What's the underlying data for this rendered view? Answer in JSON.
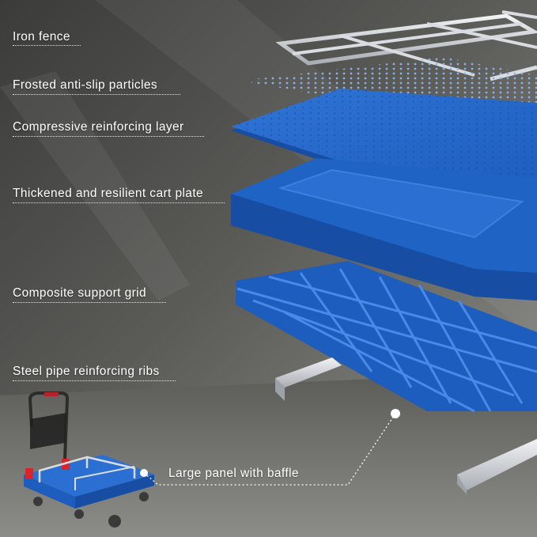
{
  "labels": {
    "iron_fence": "Iron fence",
    "anti_slip": "Frosted anti-slip particles",
    "reinforcing_layer": "Compressive reinforcing layer",
    "cart_plate": "Thickened and resilient cart plate",
    "support_grid": "Composite support grid",
    "steel_ribs": "Steel pipe reinforcing ribs",
    "panel_baffle": "Large panel with baffle"
  },
  "colors": {
    "plate_blue": "#1f63c4",
    "plate_blue_dark": "#174ea3",
    "grid_blue": "#2a6fd1",
    "metal": "#cfd3d8",
    "handle_red": "#d6262b",
    "label_text": "#ffffff"
  }
}
